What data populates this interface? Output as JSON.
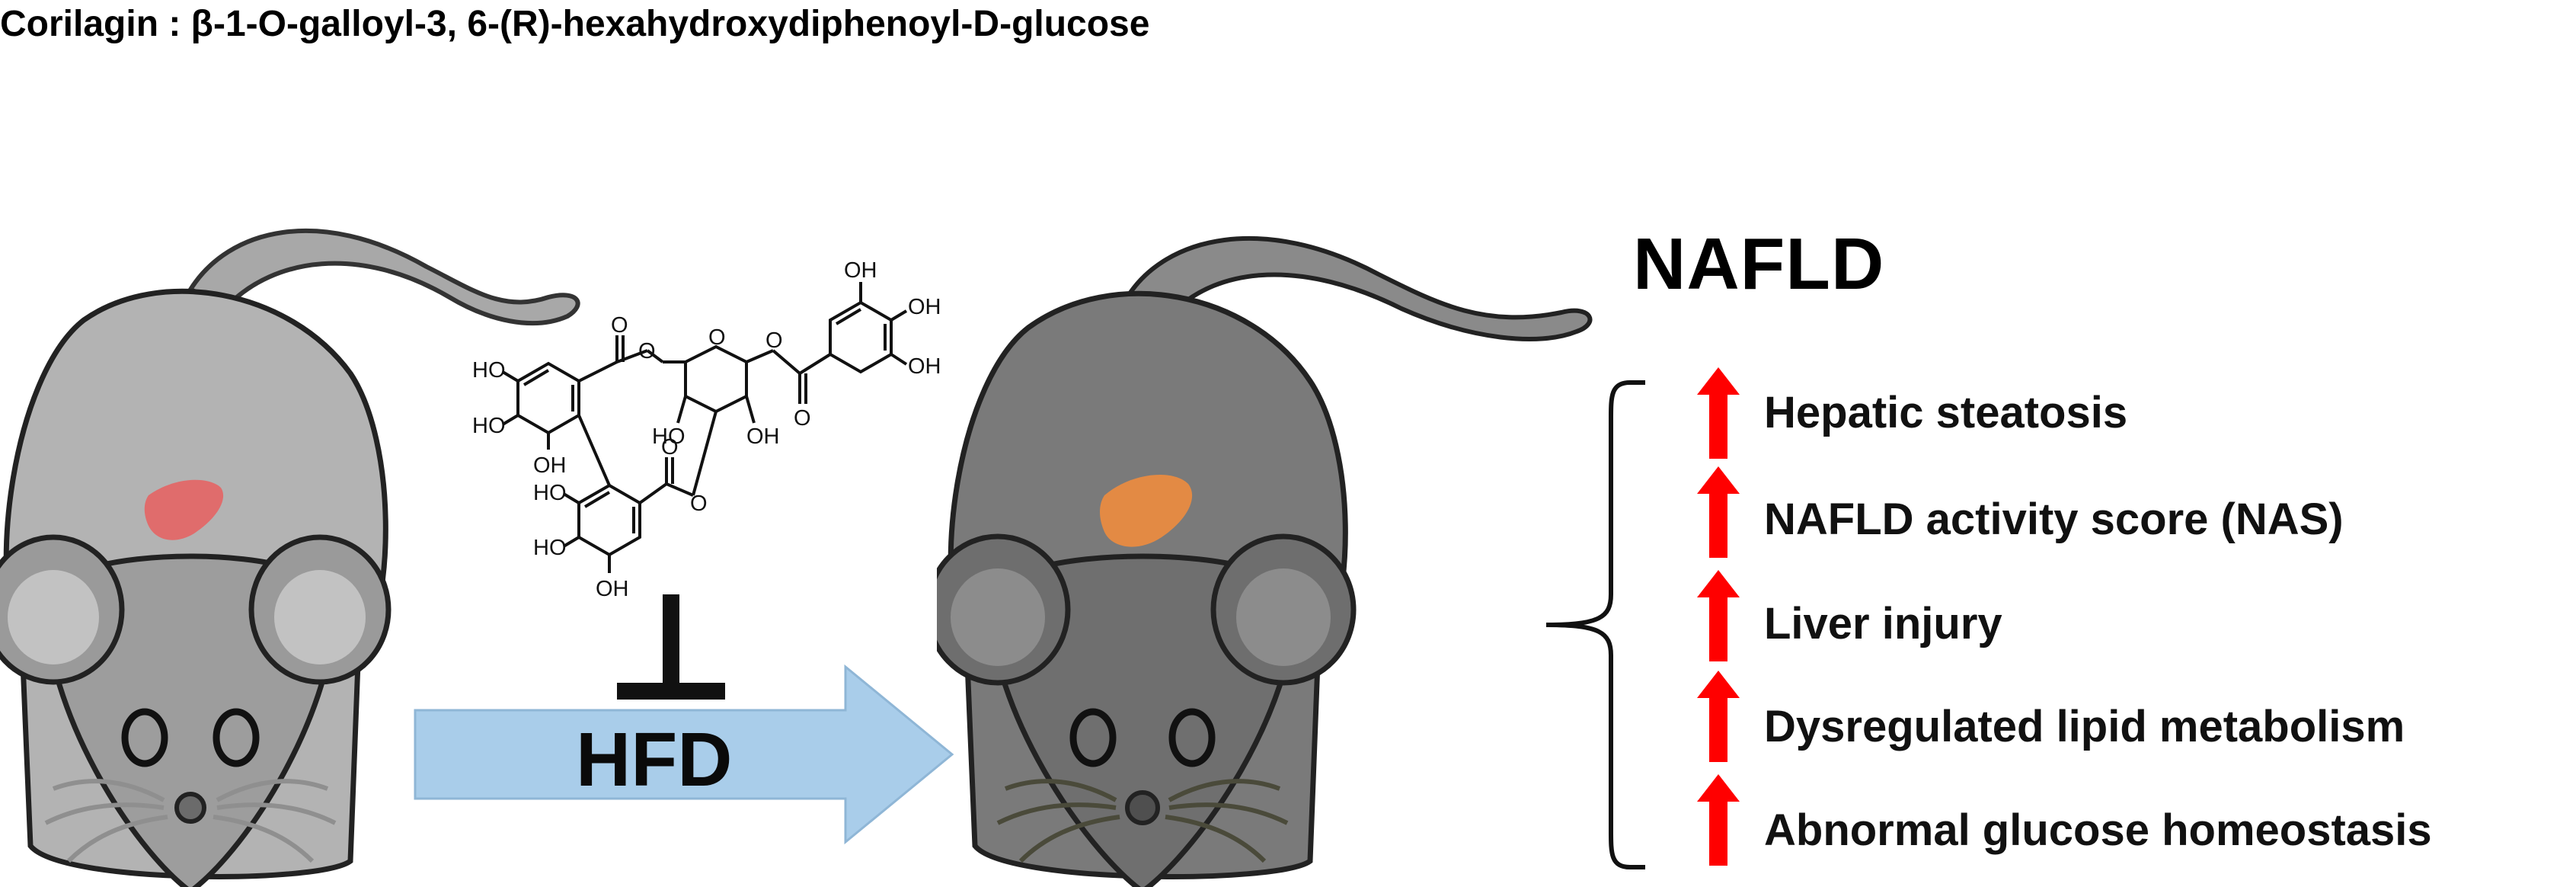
{
  "title": "Corilagin : β-1-O-galloyl-3, 6-(R)-hexahydroxydiphenoyl-D-glucose",
  "treatment_label": "HFD",
  "outcome_heading": "NAFLD",
  "effects": [
    {
      "label": "Hepatic steatosis",
      "direction": "up"
    },
    {
      "label": "NAFLD activity score (NAS)",
      "direction": "up"
    },
    {
      "label": "Liver injury",
      "direction": "up"
    },
    {
      "label": "Dysregulated lipid metabolism",
      "direction": "up"
    },
    {
      "label": "Abnormal glucose homeostasis",
      "direction": "up"
    }
  ],
  "chem_labels": {
    "oh": "OH",
    "ho": "HO",
    "o": "O"
  },
  "colors": {
    "normal_mouse_body": "#b3b3b3",
    "hfd_mouse_body": "#7a7a7a",
    "normal_liver": "#e06c6c",
    "hfd_liver": "#e38a44",
    "arrow_fill": "#a9cdea",
    "up_arrow": "#ff0000"
  },
  "icons": {
    "up_arrow": "red-up-arrow-icon",
    "inhibit": "inhibition-t-bar-icon",
    "mouse": "mouse-icon",
    "liver": "liver-icon"
  }
}
